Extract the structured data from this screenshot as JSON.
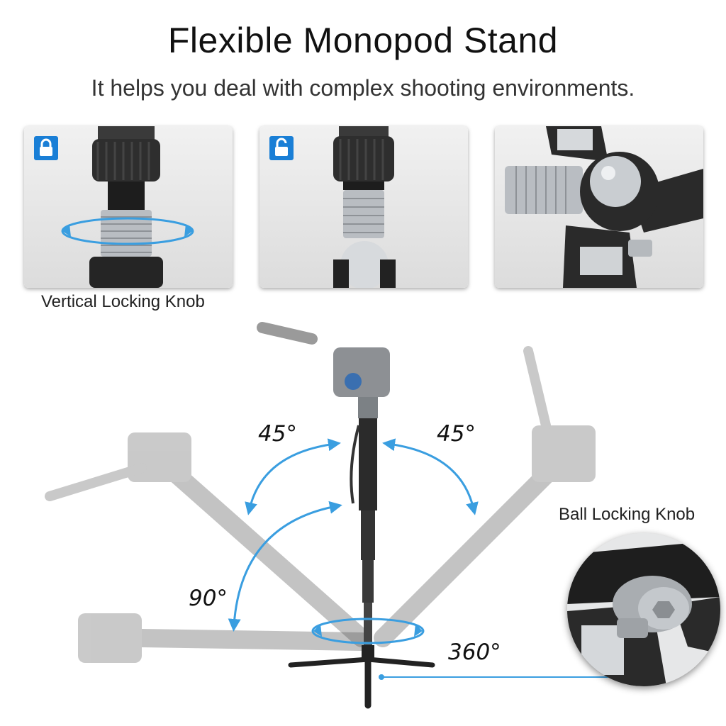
{
  "header": {
    "title": "Flexible Monopod Stand",
    "subtitle": "It helps you deal with complex shooting environments."
  },
  "panels": [
    {
      "icon": "lock-closed-icon",
      "caption": "Vertical Locking Knob"
    },
    {
      "icon": "lock-open-icon"
    },
    {
      "icon": ""
    }
  ],
  "angles": {
    "left_tilt": "45°",
    "right_tilt": "45°",
    "down_tilt": "90°",
    "rotation": "360°"
  },
  "callout": {
    "label": "Ball Locking Knob"
  },
  "colors": {
    "accent_blue": "#1a7fd6",
    "arrow_blue": "#3a9ee0",
    "metal_dark": "#2a2a2a",
    "metal_silver": "#b8bcc0"
  }
}
